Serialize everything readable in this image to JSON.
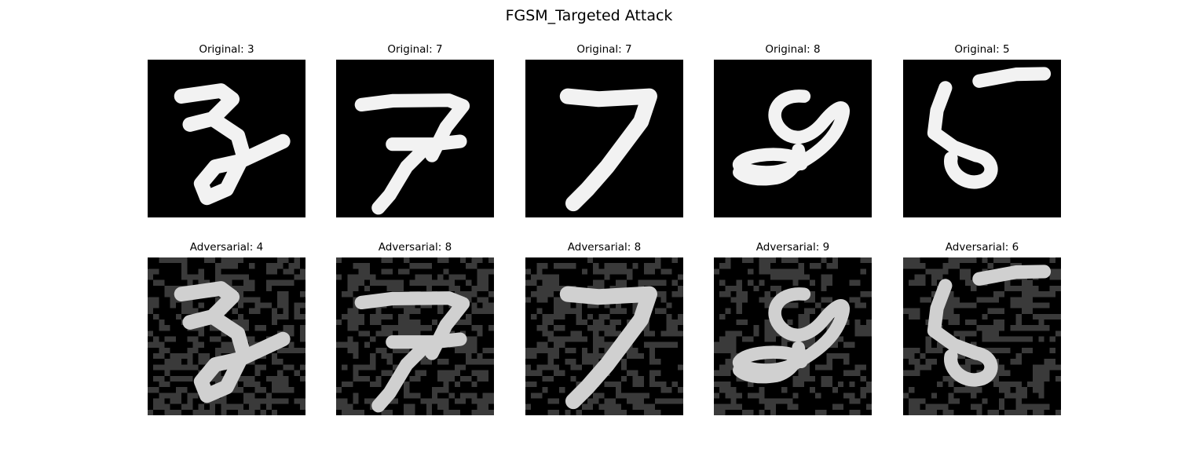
{
  "figure": {
    "title": "FGSM_Targeted Attack",
    "original_prefix": "Original: ",
    "adversarial_prefix": "Adversarial: "
  },
  "samples": [
    {
      "original_label": "Original: 3",
      "adversarial_label": "Adversarial: 4",
      "original_class": 3,
      "adversarial_class": 4
    },
    {
      "original_label": "Original: 7",
      "adversarial_label": "Adversarial: 8",
      "original_class": 7,
      "adversarial_class": 8
    },
    {
      "original_label": "Original: 7",
      "adversarial_label": "Adversarial: 8",
      "original_class": 7,
      "adversarial_class": 8
    },
    {
      "original_label": "Original: 8",
      "adversarial_label": "Adversarial: 9",
      "original_class": 8,
      "adversarial_class": 9
    },
    {
      "original_label": "Original: 5",
      "adversarial_label": "Adversarial: 6",
      "original_class": 5,
      "adversarial_class": 6
    }
  ],
  "colors": {
    "background": "#000000",
    "stroke": "#f2f2f2",
    "noise": "#3a3a3a",
    "adversarial_stroke": "#c8c8c8"
  }
}
